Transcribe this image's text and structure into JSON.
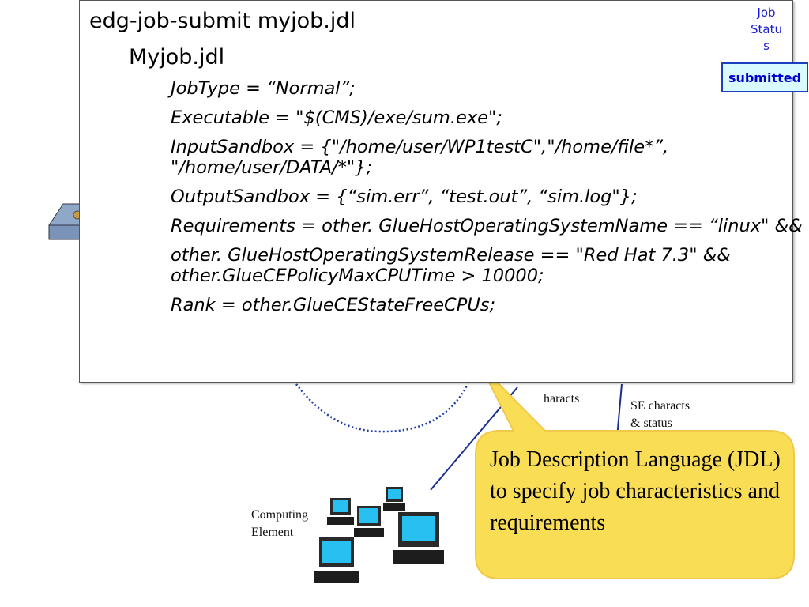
{
  "code_box": {
    "command": "edg-job-submit myjob.jdl",
    "filename": "Myjob.jdl",
    "lines": [
      "JobType = “Normal”;",
      "Executable     = \"$(CMS)/exe/sum.exe\";",
      "InputSandbox = {\"/home/user/WP1testC\",\"/home/file*”, \"/home/user/DATA/*\"};",
      "OutputSandbox = {“sim.err”, “test.out”, “sim.log\"};",
      "Requirements   = other. GlueHostOperatingSystemName == “linux\" &&",
      "other. GlueHostOperatingSystemRelease == \"Red Hat 7.3\" && other.GlueCEPolicyMaxCPUTime > 10000;",
      "Rank  = other.GlueCEStateFreeCPUs;"
    ]
  },
  "job_status": {
    "title_lines": [
      "Job",
      "Statu",
      "s"
    ],
    "value": "submitted"
  },
  "background": {
    "ce_characts_label": "haracts",
    "se_characts_label": "SE characts\n& status",
    "computing_element_label": "Computing\nElement"
  },
  "callout": {
    "text": "Job Description Language (JDL) to specify job characteristics and requirements"
  },
  "colors": {
    "callout_fill": "#f9dd55",
    "callout_border": "#f2c84a",
    "status_border": "#1c3fbf",
    "status_fill": "#d9fbff",
    "status_text": "#0000cc",
    "link_line": "#1b2d8f"
  }
}
